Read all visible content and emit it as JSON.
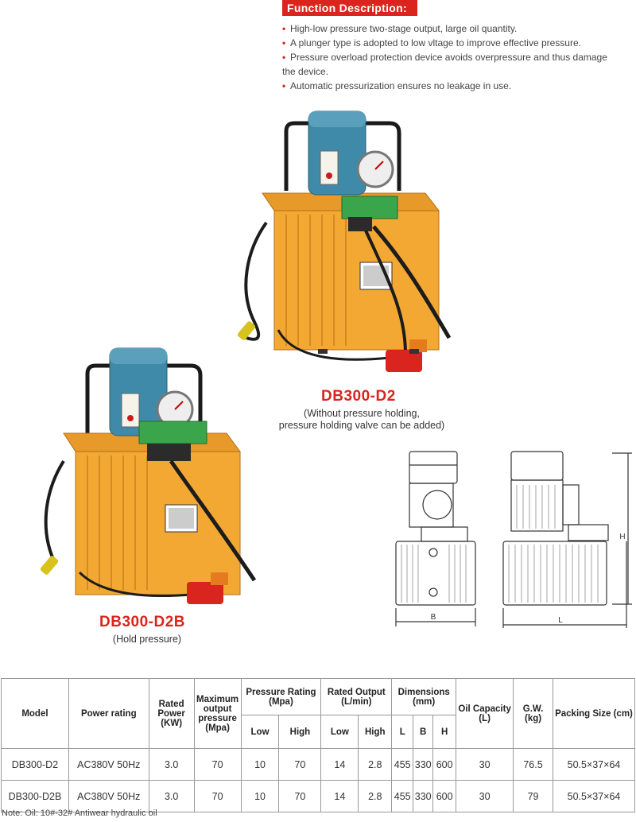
{
  "function": {
    "title": "Function Description:",
    "bullets": [
      "High-low pressure two-stage output,  large oil quantity.",
      "A plunger type is adopted to low vltage to improve effective pressure.",
      "Pressure overload protection device avoids overpressure and thus damage",
      "Automatic pressurization ensures no leakage in use."
    ],
    "bullet3_cont": "the device."
  },
  "products": {
    "d2": {
      "name": "DB300-D2",
      "sub1": "(Without pressure holding,",
      "sub2": "pressure holding valve can be added)"
    },
    "d2b": {
      "name": "DB300-D2B",
      "sub1": "(Hold pressure)"
    }
  },
  "drawing": {
    "label_b": "B",
    "label_l": "L",
    "label_h": "H"
  },
  "table": {
    "headers": {
      "model": "Model",
      "power_rating": "Power rating",
      "rated_power": "Rated Power (KW)",
      "max_pressure": "Maximum output pressure (Mpa)",
      "pressure_rating": "Pressure Rating (Mpa)",
      "rated_output": "Rated Output (L/min)",
      "dimensions": "Dimensions (mm)",
      "oil_capacity": "Oil Capacity (L)",
      "gw": "G.W. (kg)",
      "packing": "Packing Size (cm)",
      "low": "Low",
      "high": "High",
      "l": "L",
      "b": "B",
      "h": "H"
    },
    "rows": [
      {
        "model": "DB300-D2",
        "power": "AC380V 50Hz",
        "kw": "3.0",
        "max": "70",
        "p_low": "10",
        "p_high": "70",
        "o_low": "14",
        "o_high": "2.8",
        "l": "455",
        "b": "330",
        "h": "600",
        "oil": "30",
        "gw": "76.5",
        "pack": "50.5×37×64"
      },
      {
        "model": "DB300-D2B",
        "power": "AC380V 50Hz",
        "kw": "3.0",
        "max": "70",
        "p_low": "10",
        "p_high": "70",
        "o_low": "14",
        "o_high": "2.8",
        "l": "455",
        "b": "330",
        "h": "600",
        "oil": "30",
        "gw": "79",
        "pack": "50.5×37×64"
      }
    ]
  },
  "note": "Note: Oil: 10#-32# Antiwear hydraulic oil",
  "colors": {
    "accent": "#d9251d",
    "tank": "#f0a32a",
    "motor": "#3f8aa8",
    "valve": "#3aa54a"
  }
}
